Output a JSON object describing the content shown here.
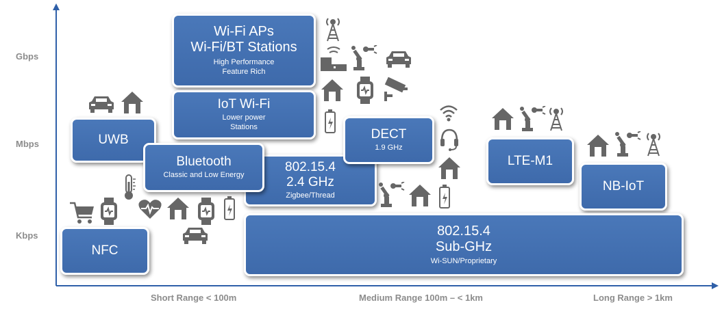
{
  "axes": {
    "y_ticks": [
      "Gbps",
      "Mbps",
      "Kbps"
    ],
    "x_ticks": [
      "Short Range < 100m",
      "Medium Range 100m – < 1km",
      "Long Range > 1km"
    ]
  },
  "boxes": {
    "wifi_aps": {
      "line1": "Wi-Fi APs",
      "line2": "Wi-Fi/BT Stations",
      "sub1": "High Performance",
      "sub2": "Feature Rich"
    },
    "iot_wifi": {
      "line1": "IoT Wi-Fi",
      "sub1": "Lower power",
      "sub2": "Stations"
    },
    "uwb": {
      "line1": "UWB"
    },
    "bluetooth": {
      "line1": "Bluetooth",
      "sub1": "Classic and Low Energy"
    },
    "zigbee": {
      "line1": "802.15.4",
      "line2": "2.4 GHz",
      "sub1": "Zigbee/Thread"
    },
    "dect": {
      "line1": "DECT",
      "sub1": "1.9 GHz"
    },
    "lte_m1": {
      "line1": "LTE-M1"
    },
    "nb_iot": {
      "line1": "NB-IoT"
    },
    "nfc": {
      "line1": "NFC"
    },
    "subghz": {
      "line1": "802.15.4",
      "line2": "Sub-GHz",
      "sub1": "Wi-SUN/Proprietary"
    }
  },
  "colors": {
    "box": "#4a78b9",
    "axis": "#2e5fa8",
    "icon": "#666666",
    "axis_text": "#8c8c8c"
  },
  "icons": [
    "cell-tower-icon",
    "router-icon",
    "robot-arm-icon",
    "car-icon",
    "home-icon",
    "smartwatch-icon",
    "security-camera-icon",
    "battery-icon",
    "wifi-icon",
    "headset-icon",
    "thermometer-icon",
    "heart-pulse-icon",
    "shopping-cart-icon"
  ]
}
